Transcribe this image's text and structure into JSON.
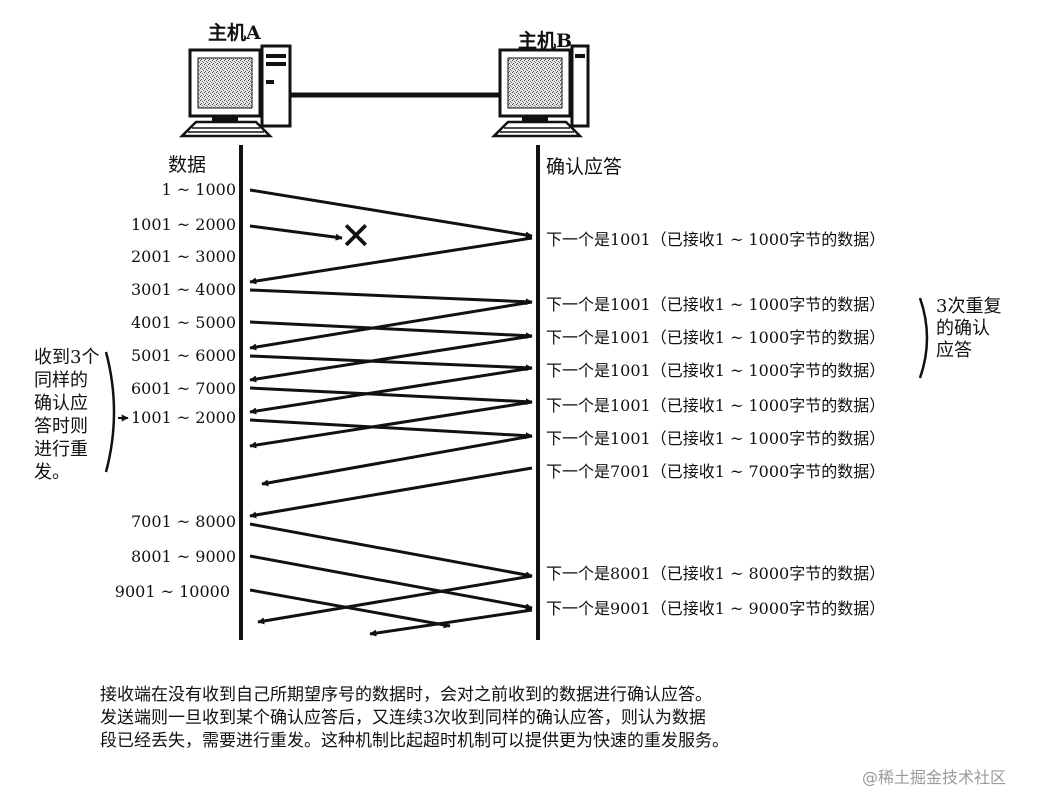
{
  "hosts": {
    "a": "主机A",
    "b": "主机B"
  },
  "columns": {
    "left": "数据",
    "right": "确认应答"
  },
  "segments": [
    "1 ~ 1000",
    "1001 ~ 2000",
    "2001 ~ 3000",
    "3001 ~ 4000",
    "4001 ~ 5000",
    "5001 ~ 6000",
    "6001 ~ 7000",
    "1001 ~ 2000",
    "7001 ~ 8000",
    "8001 ~ 9000",
    "9001 ~ 10000"
  ],
  "acks": [
    "下一个是1001（已接收1 ~ 1000字节的数据）",
    "下一个是1001（已接收1 ~ 1000字节的数据）",
    "下一个是1001（已接收1 ~ 1000字节的数据）",
    "下一个是1001（已接收1 ~ 1000字节的数据）",
    "下一个是1001（已接收1 ~ 1000字节的数据）",
    "下一个是1001（已接收1 ~ 1000字节的数据）",
    "下一个是7001（已接收1 ~ 7000字节的数据）",
    "下一个是8001（已接收1 ~ 8000字节的数据）",
    "下一个是9001（已接收1 ~ 9000字节的数据）"
  ],
  "right_note": [
    "3次重复",
    "的确认",
    "应答"
  ],
  "left_note": [
    "收到3个",
    "同样的",
    "确认应",
    "答时则",
    "进行重",
    "发。"
  ],
  "lost_marker": "✕",
  "caption": [
    "接收端在没有收到自己所期望序号的数据时，会对之前收到的数据进行确认应答。",
    "发送端则一旦收到某个确认应答后，又连续3次收到同样的确认应答，则认为数据",
    "段已经丢失，需要进行重发。这种机制比起超时机制可以提供更为快速的重发服务。"
  ],
  "watermark": "@稀土掘金技术社区"
}
